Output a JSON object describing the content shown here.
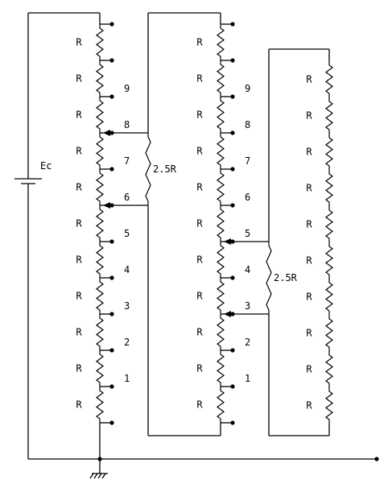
{
  "source_label": "Ec",
  "resistor_label": "R",
  "bridge_label": "2.5R",
  "stage1": {
    "tap_labels": [
      "9",
      "8",
      "7",
      "6",
      "5",
      "4",
      "3",
      "2",
      "1"
    ]
  },
  "stage2": {
    "tap_labels": [
      "9",
      "8",
      "7",
      "6",
      "5",
      "4",
      "3",
      "2",
      "1"
    ]
  },
  "stage1_wiper_taps": [
    "8",
    "6"
  ],
  "stage2_wiper_taps": [
    "5",
    "3"
  ]
}
